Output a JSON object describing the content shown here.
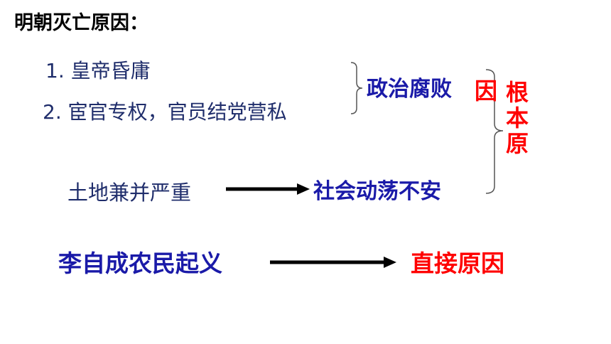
{
  "title": "明朝灭亡原因：",
  "causes": {
    "item1": "1. 皇帝昏庸",
    "item2": "2. 宦官专权，官员结党营私",
    "politics": "政治腐败",
    "land": "土地兼并严重",
    "society": "社会动荡不安"
  },
  "root_cause": {
    "label_col1": [
      "因"
    ],
    "label_col2": [
      "根",
      "本",
      "原"
    ]
  },
  "direct": {
    "event": "李自成农民起义",
    "label": "直接原因"
  }
}
